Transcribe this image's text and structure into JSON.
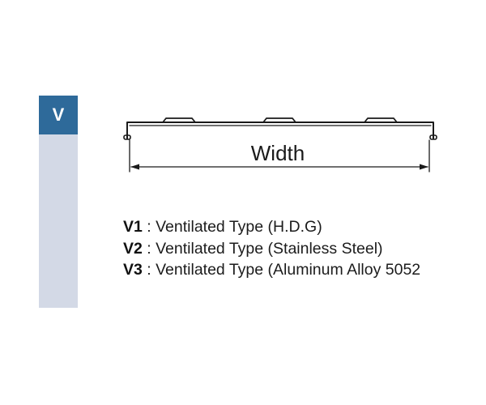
{
  "side_tab": {
    "label": "V",
    "color": "#2e6a9a",
    "panel_color": "#d3d9e6"
  },
  "diagram": {
    "width_label": "Width",
    "line_color": "#1a1a1a"
  },
  "legend": {
    "separator": " : ",
    "items": [
      {
        "code": "V1",
        "description": "Ventilated Type (H.D.G)"
      },
      {
        "code": "V2",
        "description": "Ventilated Type (Stainless Steel)"
      },
      {
        "code": "V3",
        "description": "Ventilated Type (Aluminum Alloy 5052"
      }
    ]
  }
}
